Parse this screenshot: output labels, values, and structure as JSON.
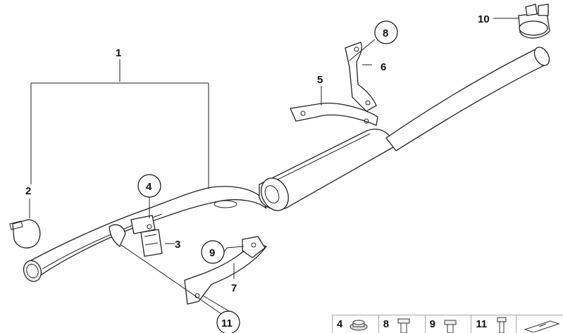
{
  "diagram": {
    "callouts": [
      {
        "id": "1",
        "label": "1"
      },
      {
        "id": "2",
        "label": "2"
      },
      {
        "id": "3",
        "label": "3"
      },
      {
        "id": "4",
        "label": "4"
      },
      {
        "id": "5",
        "label": "5"
      },
      {
        "id": "6",
        "label": "6"
      },
      {
        "id": "7",
        "label": "7"
      },
      {
        "id": "8",
        "label": "8"
      },
      {
        "id": "9",
        "label": "9"
      },
      {
        "id": "10",
        "label": "10"
      },
      {
        "id": "11",
        "label": "11"
      }
    ]
  },
  "legend": {
    "items": [
      {
        "label": "4",
        "icon": "nut-icon"
      },
      {
        "label": "8",
        "icon": "bolt-icon"
      },
      {
        "label": "9",
        "icon": "bolt-icon"
      },
      {
        "label": "11",
        "icon": "bolt-icon"
      },
      {
        "label": "",
        "icon": "arrow-icon"
      }
    ]
  }
}
